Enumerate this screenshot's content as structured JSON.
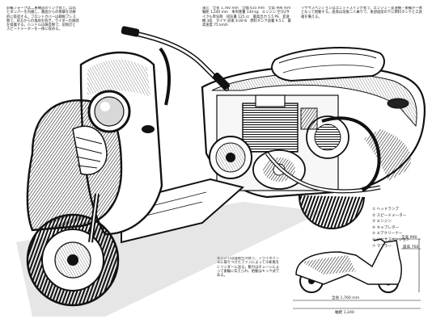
{
  "text_blocks": {
    "left_column": "前輪フォークは二重構造のリンク式で、ばねとダンパーを内蔵し、路面からの衝撃を効果的に吸収する。フロントカバーは鋼板プレス製で、前方からの風雨を防ぎ、ライダーの脚部を保護する。ハンドルは鋳造製で、前照灯とスピードメーターを一体に収める。",
    "top_center": "諸元　全長 1,760 mm　全幅 635 mm　全高 990 mm　軸距 1,240 mm　車両重量 130 kg　エンジン 空冷2サイクル単気筒　排気量 125 cc　最高出力 5.5 PS　変速機 3段　タイヤ 前後 4.00-8　燃料タンク容量 9.5 L　最高速度 75 km/h",
    "top_right": "リヤサスペンションはユニットスイング式で、エンジン・変速機・後輪が一体となって揺動する。座席は前後二人乗りで、後部座席の下に燃料タンクと工具箱を備える。",
    "bottom_center": "エンジンは強制空冷式で、フライホイールに取りつけたファンによって冷却風をシリンダーに送る。動力はチェーンによって後輪に伝えられ、始動はキック式である。"
  },
  "legend": [
    "① ヘッドランプ",
    "② スピードメーター",
    "③ エンジン",
    "④ キャブレター",
    "⑤ エアクリーナー",
    "⑥ リヤサスペンション",
    "⑦ マフラー"
  ],
  "dimensions": {
    "height_label": "全高 990",
    "seat_label": "座高 760",
    "length_label": "全長 1,760 mm",
    "wheelbase_label": "軸距 1,240"
  },
  "colors": {
    "ink": "#111111",
    "paper": "#ffffff",
    "shade": "#555555"
  }
}
